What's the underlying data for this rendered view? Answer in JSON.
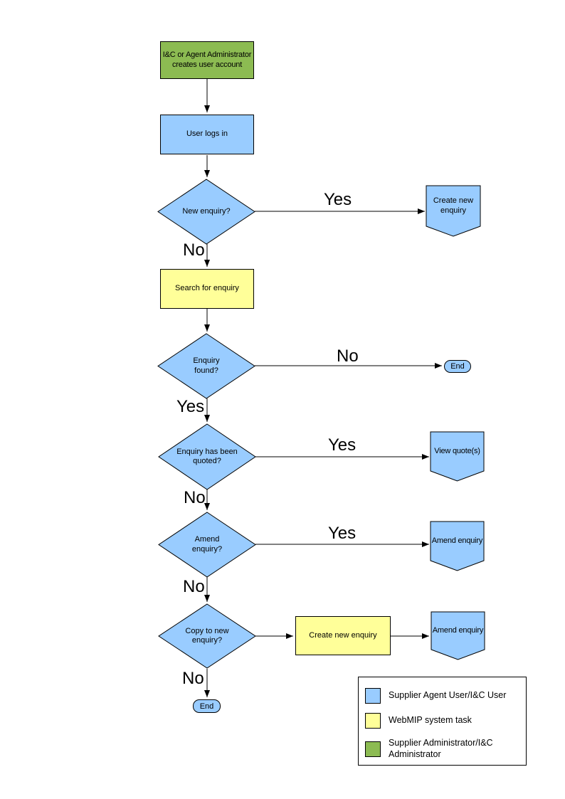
{
  "colors": {
    "user_fill": "#99CCFF",
    "system_fill": "#FFFF99",
    "admin_fill": "#8CBB52"
  },
  "nodes": {
    "create_account": {
      "label": "I&C or Agent Administrator creates user account"
    },
    "user_logs_in": {
      "label": "User logs in"
    },
    "new_enquiry": {
      "label": "New enquiry?"
    },
    "create_new_enquiry_action": {
      "label": "Create new enquiry"
    },
    "search_for_enquiry": {
      "label": "Search for enquiry"
    },
    "enquiry_found": {
      "label": "Enquiry found?"
    },
    "end_not_found": {
      "label": "End"
    },
    "enquiry_quoted": {
      "label": "Enquiry has been quoted?"
    },
    "view_quotes": {
      "label": "View quote(s)"
    },
    "amend_enquiry_decision": {
      "label": "Amend enquiry?"
    },
    "amend_enquiry_action1": {
      "label": "Amend enquiry"
    },
    "copy_to_new_enquiry": {
      "label": "Copy to new enquiry?"
    },
    "create_new_enquiry_task": {
      "label": "Create new enquiry"
    },
    "amend_enquiry_action2": {
      "label": "Amend enquiry"
    },
    "end_final": {
      "label": "End"
    }
  },
  "branch_labels": {
    "new_enquiry_yes": "Yes",
    "new_enquiry_no": "No",
    "enquiry_found_no": "No",
    "enquiry_found_yes": "Yes",
    "enquiry_quoted_yes": "Yes",
    "enquiry_quoted_no": "No",
    "amend_enquiry_yes": "Yes",
    "amend_enquiry_no": "No",
    "copy_to_new_enquiry_no": "No"
  },
  "legend": {
    "items": [
      {
        "color": "#99CCFF",
        "label": "Supplier Agent User/I&C User"
      },
      {
        "color": "#FFFF99",
        "label": "WebMIP system task"
      },
      {
        "color": "#8CBB52",
        "label": "Supplier Administrator/I&C Administrator"
      }
    ]
  }
}
